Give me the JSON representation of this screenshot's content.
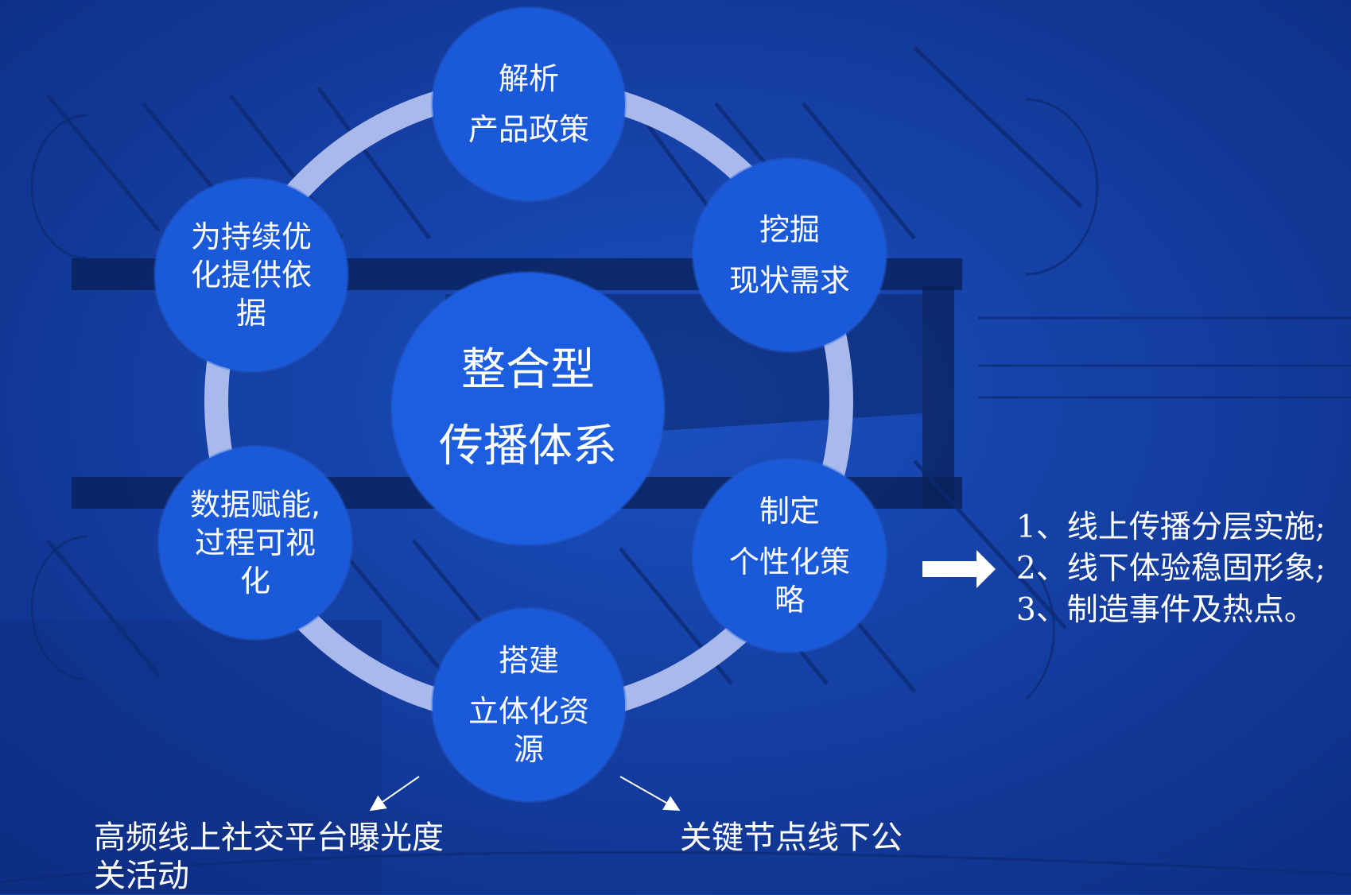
{
  "center": {
    "line1": "整合型",
    "line2": "传播体系"
  },
  "nodes": {
    "top": {
      "line1": "解析",
      "line2": "产品政策"
    },
    "upper_right": {
      "line1": "挖掘",
      "line2": "现状需求"
    },
    "lower_right": {
      "line1": "制定",
      "line2": "个性化策",
      "line3": "略"
    },
    "bottom": {
      "line1": "搭建",
      "line2": "立体化资",
      "line3": "源"
    },
    "lower_left": {
      "line1": "数据赋能,",
      "line2": "过程可视",
      "line3": "化"
    },
    "upper_left": {
      "line1": "为持续优",
      "line2": "化提供依",
      "line3": "据"
    }
  },
  "captions": {
    "left": {
      "line1": "高频线上社交平台曝光度",
      "line2": "关活动"
    },
    "right": {
      "line1": "关键节点线下公"
    }
  },
  "right_list": [
    "1、线上传播分层实施;",
    "2、线下体验稳固形象;",
    "3、制造事件及热点。"
  ],
  "colors": {
    "background": "#1443a8",
    "node_fill": "#1a5ad8",
    "ring": "#a9b9ec",
    "text": "#ffffff"
  }
}
